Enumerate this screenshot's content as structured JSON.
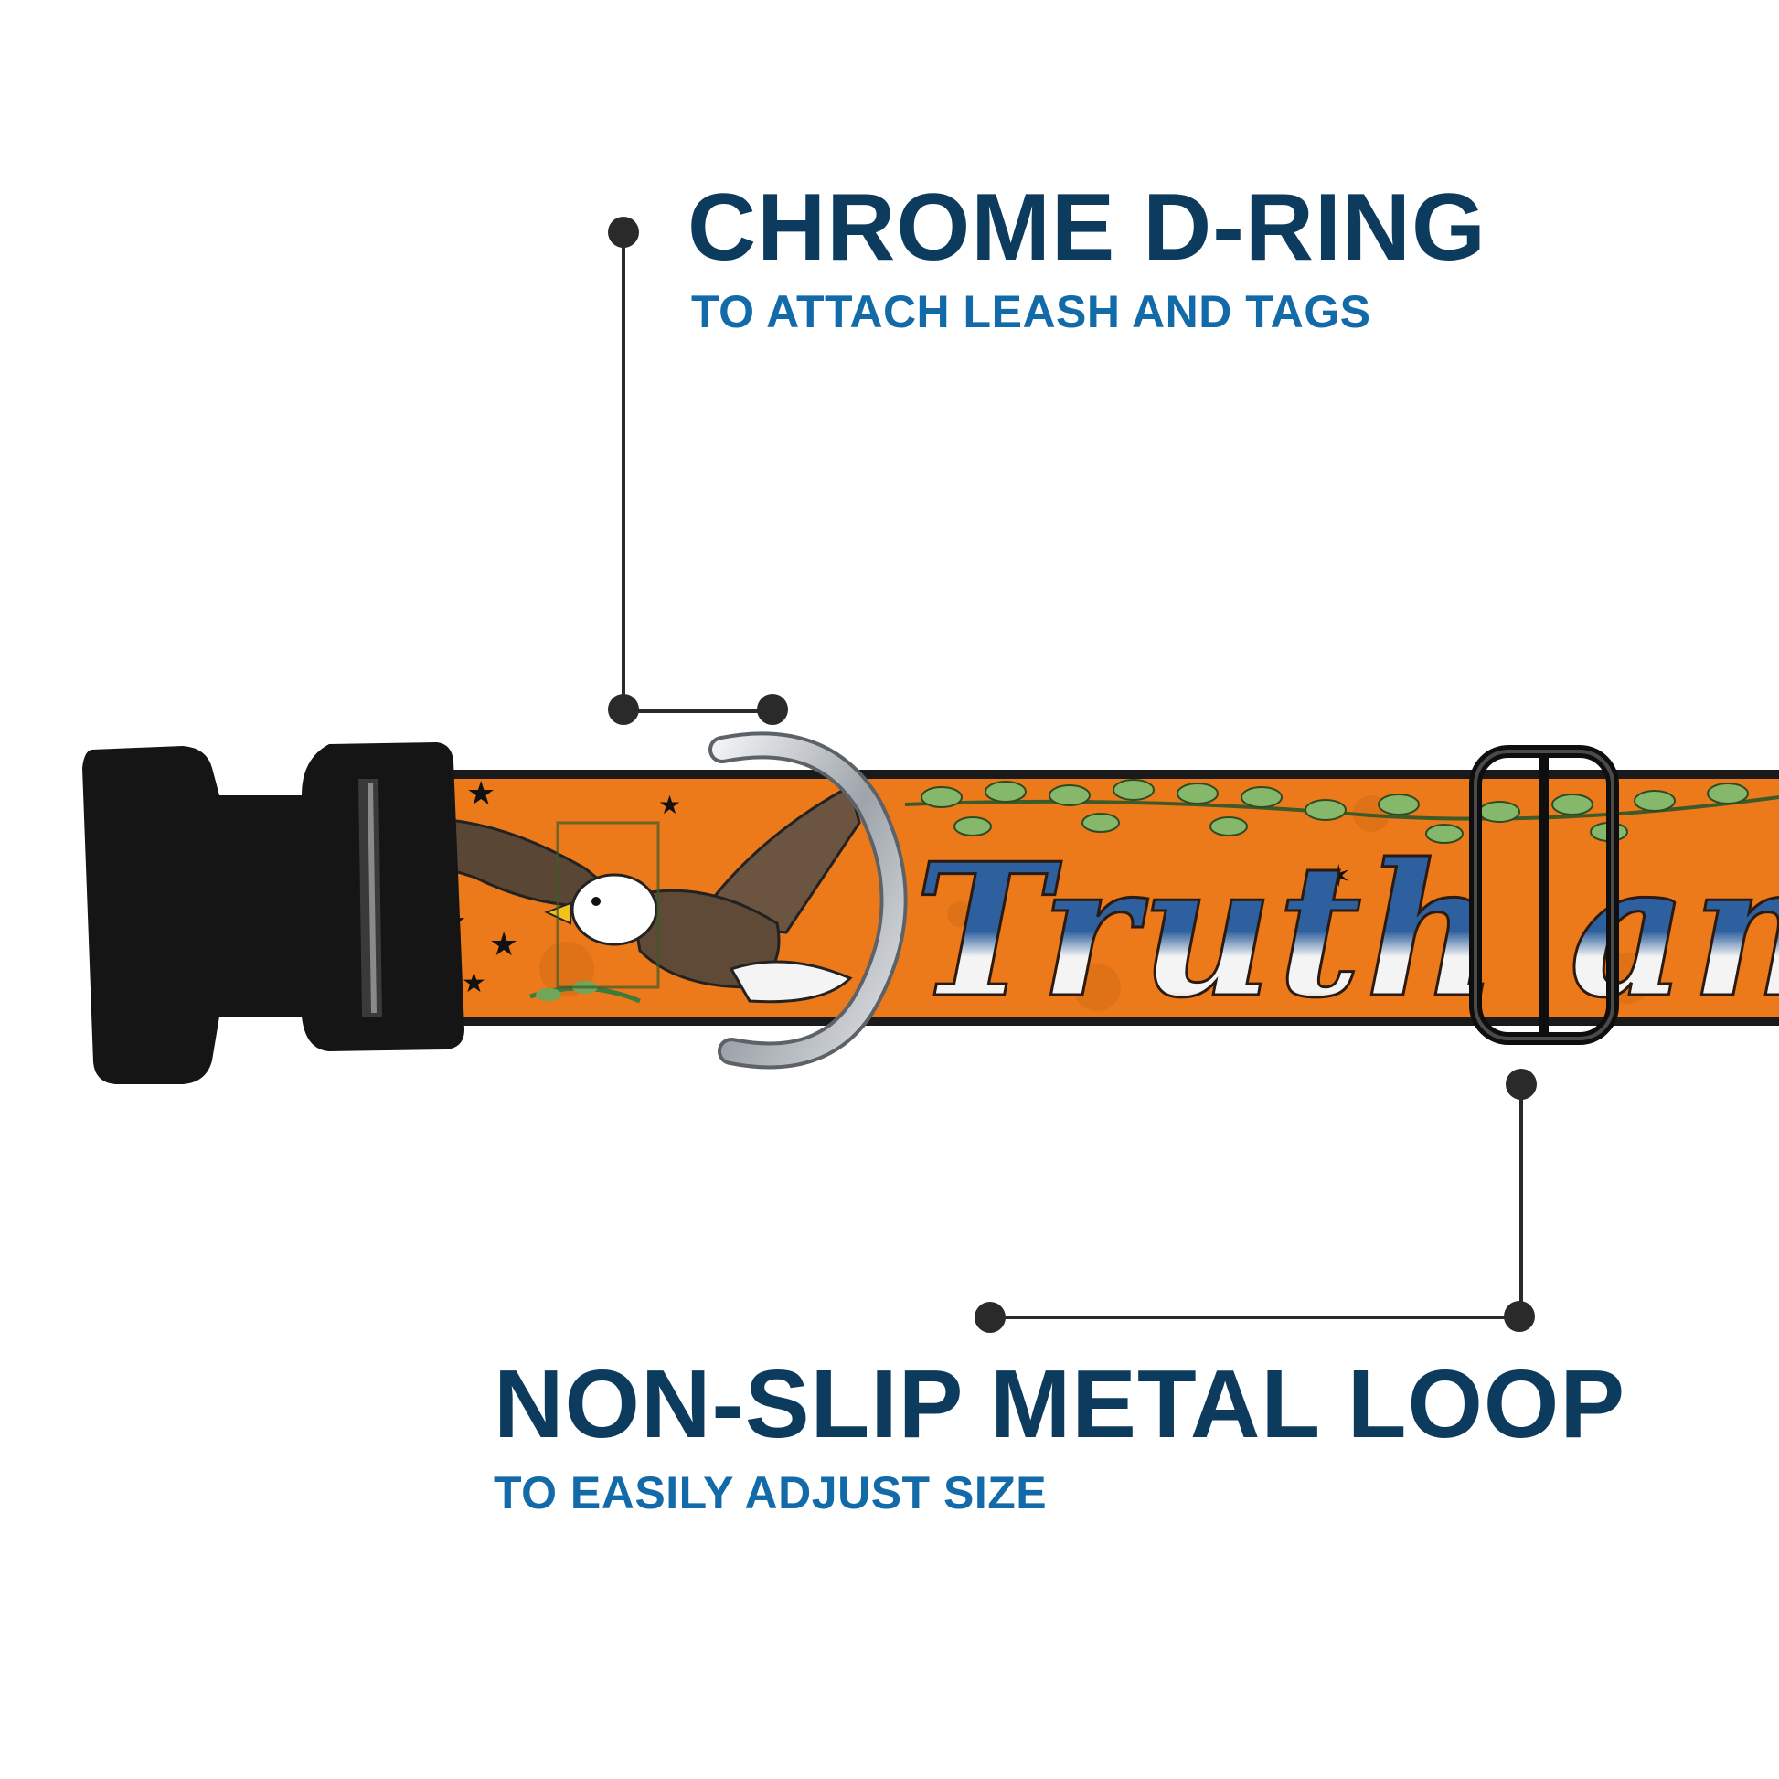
{
  "colors": {
    "title": "#0d3b5e",
    "subtitle": "#136aa8",
    "connector": "#2a2a2a",
    "collar": "#ec7a1a",
    "buckle": "#151515",
    "ring": "#c9cdd2",
    "lettering_blue": "#2e5f9e",
    "lettering_red": "#cc2e3c",
    "leaf": "#6fa65a"
  },
  "callouts": {
    "dring": {
      "title": "CHROME D-RING",
      "subtitle": "TO ATTACH LEASH AND TAGS"
    },
    "loop": {
      "title": "NON-SLIP METAL LOOP",
      "subtitle": "TO EASILY ADJUST SIZE"
    }
  },
  "collar": {
    "print_text": "Truth and J"
  }
}
